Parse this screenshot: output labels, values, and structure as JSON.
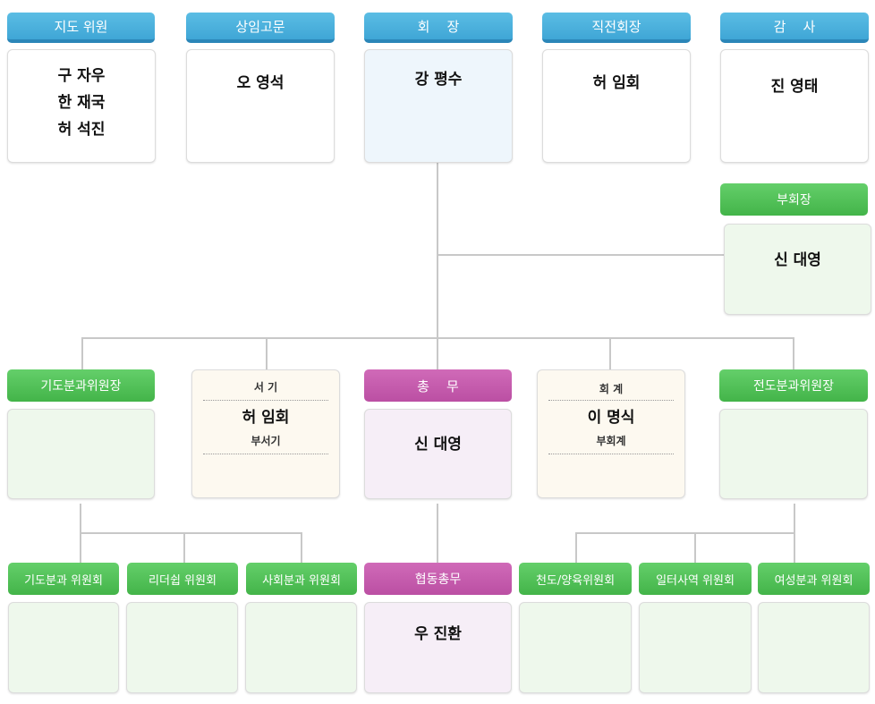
{
  "top": {
    "advisory": {
      "title": "지도 위원",
      "members": [
        "구 자우",
        "한 재국",
        "허 석진"
      ]
    },
    "standing": {
      "title": "상임고문",
      "members": [
        "오 영석"
      ]
    },
    "president": {
      "title": "회    장",
      "members": [
        "강 평수"
      ]
    },
    "former": {
      "title": "직전회장",
      "members": [
        "허 임회"
      ]
    },
    "auditor": {
      "title": "감    사",
      "members": [
        "진 영태"
      ]
    }
  },
  "vice": {
    "title": "부회장",
    "name": "신 대영"
  },
  "middle": {
    "prayer_chair": {
      "title": "기도분과위원장"
    },
    "secretary": {
      "title": "서 기",
      "name": "허 임회",
      "sub": "부서기"
    },
    "general": {
      "title": "총    무",
      "name": "신 대영"
    },
    "treasurer": {
      "title": "회 계",
      "name": "이 명식",
      "sub": "부회계"
    },
    "evangelism_chair": {
      "title": "전도분과위원장"
    }
  },
  "bottom": {
    "prayer": {
      "title": "기도분과 위원회"
    },
    "leadership": {
      "title": "리더쉽 위원회"
    },
    "social": {
      "title": "사회분과 위원회"
    },
    "coop": {
      "title": "협동총무",
      "name": "우 진환"
    },
    "evangelism": {
      "title": "천도/양육위원회"
    },
    "workplace": {
      "title": "일터사역 위원회"
    },
    "women": {
      "title": "여성분과 위원회"
    }
  }
}
